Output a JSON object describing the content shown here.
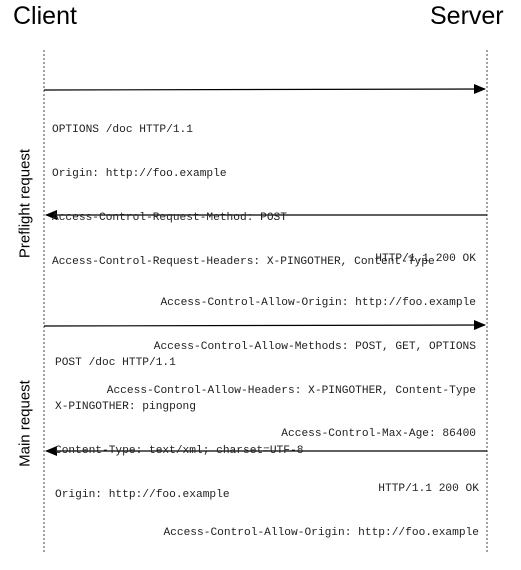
{
  "actors": {
    "client": "Client",
    "server": "Server"
  },
  "phases": {
    "preflight": "Preflight request",
    "main": "Main request"
  },
  "messages": [
    {
      "direction": "client-to-server",
      "lines": [
        "OPTIONS /doc HTTP/1.1",
        "Origin: http://foo.example",
        "Access-Control-Request-Method: POST",
        "Access-Control-Request-Headers: X-PINGOTHER, Content-Type"
      ]
    },
    {
      "direction": "server-to-client",
      "lines": [
        "HTTP/1.1 200 OK",
        "Access-Control-Allow-Origin: http://foo.example",
        "Access-Control-Allow-Methods: POST, GET, OPTIONS",
        "Access-Control-Allow-Headers: X-PINGOTHER, Content-Type",
        "Access-Control-Max-Age: 86400"
      ]
    },
    {
      "direction": "client-to-server",
      "lines": [
        "POST /doc HTTP/1.1",
        "X-PINGOTHER: pingpong",
        "Content-Type: text/xml; charset=UTF-8",
        "Origin: http://foo.example"
      ]
    },
    {
      "direction": "server-to-client",
      "lines": [
        "HTTP/1.1 200 OK",
        "Access-Control-Allow-Origin: http://foo.example"
      ]
    }
  ]
}
